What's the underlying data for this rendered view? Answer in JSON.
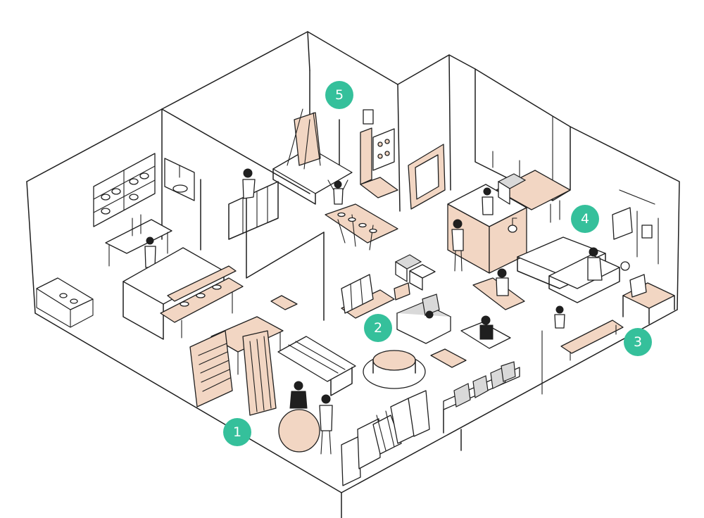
{
  "colors": {
    "marker": "#35c09b",
    "wood": "#f2d6c3",
    "line": "#1f1f1f",
    "background": "#ffffff"
  },
  "markers": [
    {
      "id": "marker-1",
      "label": "1"
    },
    {
      "id": "marker-2",
      "label": "2"
    },
    {
      "id": "marker-3",
      "label": "3"
    },
    {
      "id": "marker-4",
      "label": "4"
    },
    {
      "id": "marker-5",
      "label": "5"
    }
  ]
}
